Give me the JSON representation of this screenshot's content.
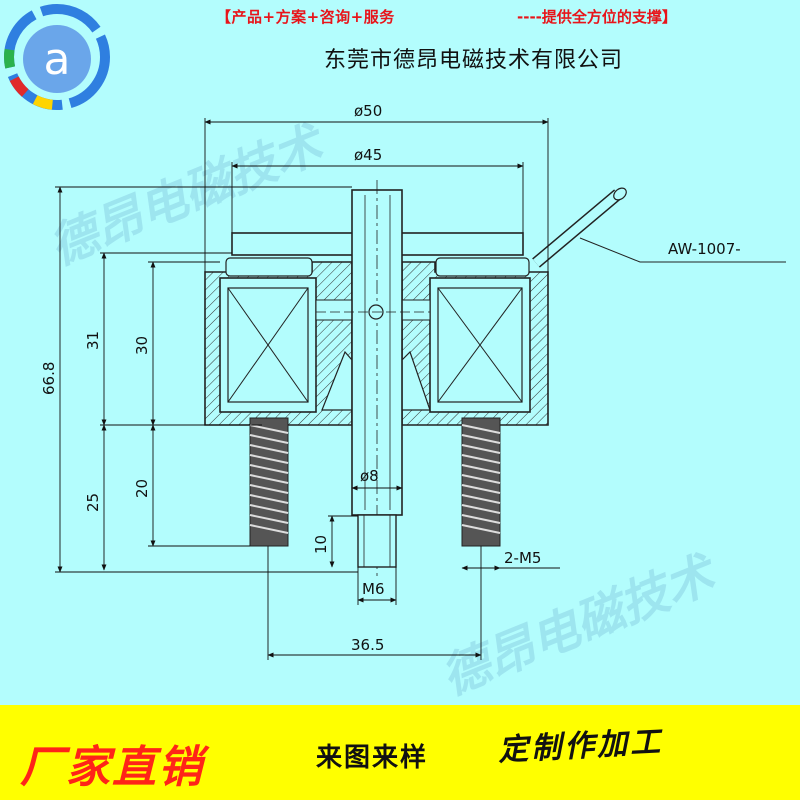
{
  "header": {
    "slogan_left": "【产品+方案+咨询+服务",
    "slogan_right": "----提供全方位的支撑】",
    "company": "东莞市德昂电磁技术有限公司"
  },
  "logo": {
    "letter": "a",
    "icon": "brand-logo-icon"
  },
  "watermark": {
    "text": "德昂电磁技术"
  },
  "drawing": {
    "lead_wire_label": "AW-1007-",
    "dims": {
      "d50": "ø50",
      "d45": "ø45",
      "h66_8": "66.8",
      "h31": "31",
      "h30": "30",
      "h25": "25",
      "h20": "20",
      "d8": "ø8",
      "l10": "10",
      "m6": "M6",
      "m5": "2-M5",
      "w36_5": "36.5"
    }
  },
  "banner": {
    "left": "厂家直销",
    "mid": "来图来样",
    "right": "定制作加工"
  },
  "colors": {
    "background": "#b3fdfd",
    "banner": "#ffff00",
    "slogan": "#e8141a",
    "banner_left": "#ff2418"
  }
}
